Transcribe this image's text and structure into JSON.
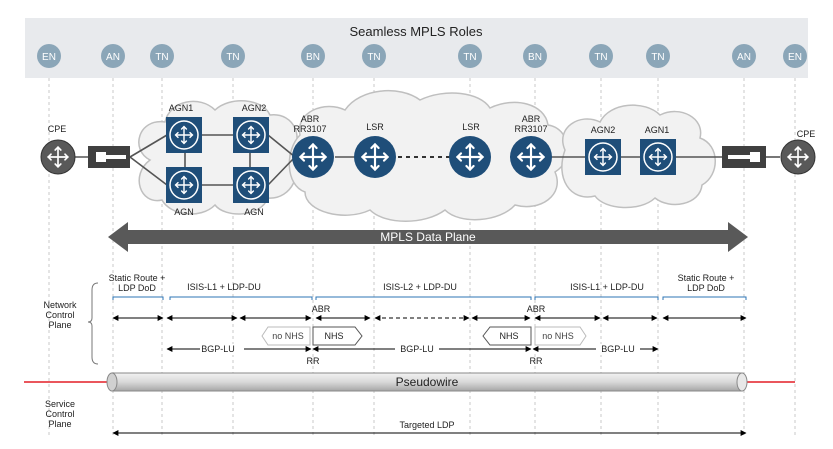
{
  "roles_title": "Seamless MPLS Roles",
  "roles": [
    "EN",
    "AN",
    "TN",
    "TN",
    "BN",
    "TN",
    "TN",
    "BN",
    "TN",
    "TN",
    "AN",
    "EN"
  ],
  "devices": {
    "cpe_left": "CPE",
    "cpe_right": "CPE",
    "agn1_left": "AGN1",
    "agn2_left": "AGN2",
    "agn_bottom_1": "AGN",
    "agn_bottom_2": "AGN",
    "abr_left": "ABR\nRR3107",
    "lsr_1": "LSR",
    "lsr_2": "LSR",
    "abr_right": "ABR\nRR3107",
    "agn2_right": "AGN2",
    "agn1_right": "AGN1"
  },
  "data_plane_label": "MPLS Data Plane",
  "network_control_plane_label": "Network\nControl\nPlane",
  "service_control_plane_label": "Service\nControl\nPlane",
  "protocols": {
    "static_left": "Static Route +\nLDP DoD",
    "isis_l1_left": "ISIS-L1 + LDP-DU",
    "isis_l2": "ISIS-L2 + LDP-DU",
    "isis_l1_right": "ISIS-L1 + LDP-DU",
    "static_right": "Static Route +\nLDP DoD"
  },
  "abr_label_left": "ABR",
  "abr_label_right": "ABR",
  "bgp_lu_left": "BGP-LU",
  "bgp_lu_mid": "BGP-LU",
  "bgp_lu_right": "BGP-LU",
  "no_nhs_left": "no NHS",
  "nhs_left": "NHS",
  "nhs_right": "NHS",
  "no_nhs_right": "no NHS",
  "rr_left": "RR",
  "rr_right": "RR",
  "pseudowire_label": "Pseudowire",
  "targeted_ldp_label": "Targeted LDP",
  "colors": {
    "roles_bar": "#e6e8eb",
    "role_circle": "#8ba6b8",
    "device_blue": "#1f4e79",
    "dark_gray": "#595959",
    "pseudowire_red": "#e41e26",
    "bracket_blue": "#2e75b6"
  }
}
